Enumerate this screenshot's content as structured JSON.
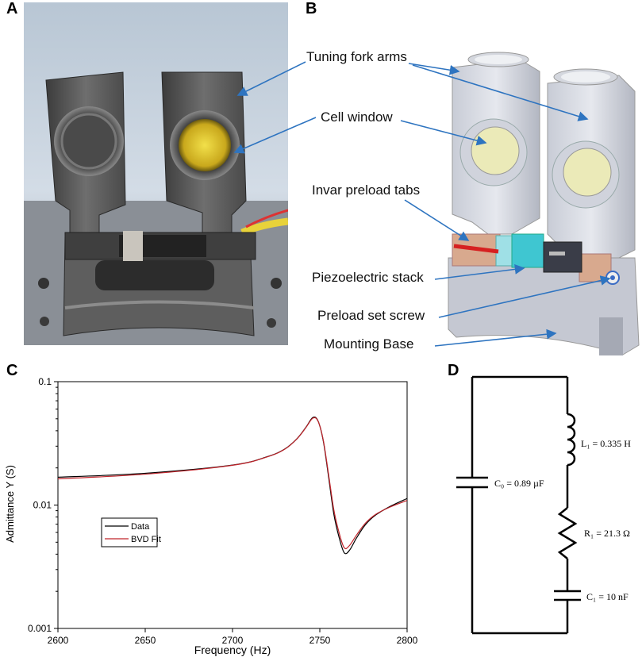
{
  "panels": {
    "a": {
      "letter": "A"
    },
    "b": {
      "letter": "B",
      "labels": {
        "tuning_fork_arms": "Tuning fork arms",
        "cell_window": "Cell window",
        "invar_preload_tabs": "Invar preload tabs",
        "piezoelectric_stack": "Piezoelectric stack",
        "preload_set_screw": "Preload set screw",
        "mounting_base": "Mounting Base"
      }
    },
    "c": {
      "letter": "C"
    },
    "d": {
      "letter": "D",
      "components": {
        "c0": "C₀ = 0.89 µF",
        "l1": "L₁ = 0.335 H",
        "r1": "R₁ = 21.3 Ω",
        "c1": "C₁ = 10 nF"
      }
    }
  },
  "colors": {
    "arrow": "#2e74c0",
    "data_line": "#000000",
    "fit_line": "#c0242b"
  },
  "chart_data": {
    "type": "line",
    "title": "",
    "xlabel": "Frequency (Hz)",
    "ylabel": "Admittance Y (S)",
    "xlim": [
      2600,
      2800
    ],
    "ylim": [
      0.001,
      0.1
    ],
    "yscale": "log",
    "x_ticks": [
      "2600",
      "2650",
      "2700",
      "2750",
      "2800"
    ],
    "y_ticks": [
      "0.1",
      "0.01",
      "0.001"
    ],
    "legend_position": "lower-left",
    "series": [
      {
        "name": "Data",
        "color": "#000000",
        "x": [
          2600,
          2650,
          2700,
          2720,
          2730,
          2737,
          2742,
          2746,
          2749,
          2752,
          2755,
          2758,
          2761,
          2764,
          2767,
          2771,
          2776,
          2782,
          2790,
          2800
        ],
        "y": [
          0.0168,
          0.0181,
          0.0211,
          0.0247,
          0.0285,
          0.0346,
          0.0426,
          0.0512,
          0.048,
          0.033,
          0.017,
          0.0085,
          0.0055,
          0.0041,
          0.0043,
          0.0054,
          0.0069,
          0.0083,
          0.0097,
          0.0113
        ]
      },
      {
        "name": "BVD Fit",
        "color": "#c0242b",
        "x": [
          2600,
          2650,
          2700,
          2720,
          2730,
          2737,
          2742,
          2746,
          2749,
          2752,
          2755,
          2758,
          2761,
          2764,
          2767,
          2771,
          2776,
          2782,
          2790,
          2800
        ],
        "y": [
          0.0163,
          0.0178,
          0.021,
          0.0246,
          0.0284,
          0.0345,
          0.0424,
          0.0506,
          0.0478,
          0.0335,
          0.0178,
          0.0092,
          0.006,
          0.0045,
          0.0047,
          0.0057,
          0.0071,
          0.0084,
          0.0096,
          0.0109
        ]
      }
    ]
  }
}
